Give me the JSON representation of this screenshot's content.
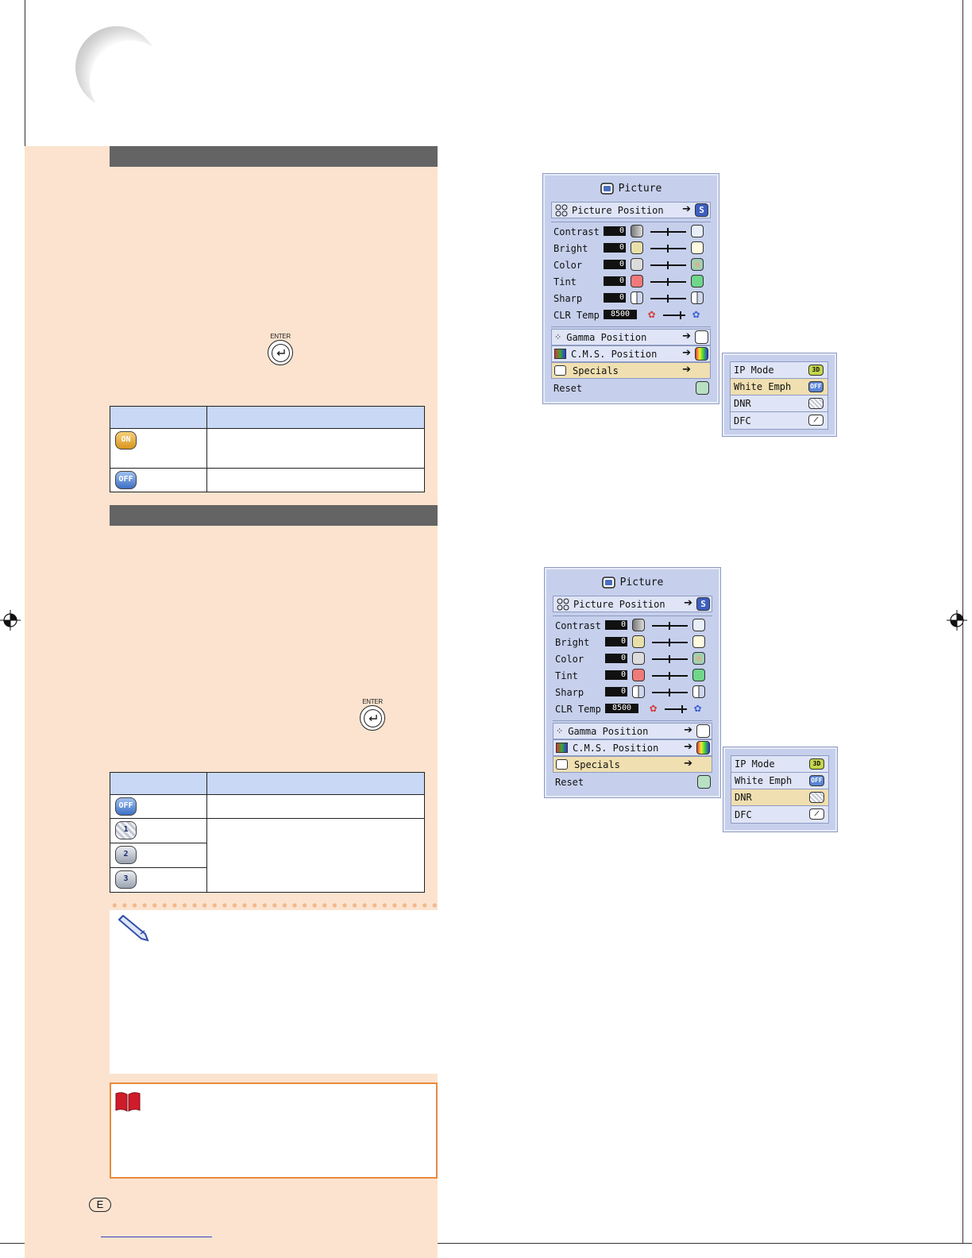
{
  "left_column": {
    "enter_key_label": "ENTER",
    "table1": {
      "rows": [
        {
          "icon": "ON",
          "icon_color": "#e3a236"
        },
        {
          "icon": "OFF",
          "icon_color": "#4f7fd0"
        }
      ]
    },
    "table2": {
      "rows": [
        {
          "icon": "OFF"
        },
        {
          "icon": "1"
        },
        {
          "icon": "2"
        },
        {
          "icon": "3"
        }
      ]
    },
    "page_marker": "E"
  },
  "osd_menu_1": {
    "title": "Picture",
    "items": {
      "picture_position": "Picture Position",
      "contrast": "Contrast",
      "bright": "Bright",
      "color": "Color",
      "tint": "Tint",
      "sharp": "Sharp",
      "clr_temp": "CLR Temp",
      "gamma_position": "Gamma Position",
      "cms_position": "C.M.S. Position",
      "specials": "Specials",
      "reset": "Reset"
    },
    "values": {
      "contrast": "0",
      "bright": "0",
      "color": "0",
      "tint": "0",
      "sharp": "0",
      "clr_temp": "8500"
    },
    "submenu": {
      "items": [
        "IP Mode",
        "White Emph",
        "DNR",
        "DFC"
      ],
      "selected": "White Emph"
    }
  },
  "osd_menu_2": {
    "title": "Picture",
    "items": {
      "picture_position": "Picture Position",
      "contrast": "Contrast",
      "bright": "Bright",
      "color": "Color",
      "tint": "Tint",
      "sharp": "Sharp",
      "clr_temp": "CLR Temp",
      "gamma_position": "Gamma Position",
      "cms_position": "C.M.S. Position",
      "specials": "Specials",
      "reset": "Reset"
    },
    "values": {
      "contrast": "0",
      "bright": "0",
      "color": "0",
      "tint": "0",
      "sharp": "0",
      "clr_temp": "8500"
    },
    "submenu": {
      "items": [
        "IP Mode",
        "White Emph",
        "DNR",
        "DFC"
      ],
      "selected": "DNR"
    }
  },
  "colors": {
    "panel_bg": "#fbe3cf",
    "section_bar": "#646464",
    "table_header": "#c9d8f4",
    "menu_bg": "#c6d0ec",
    "menu_highlight": "#f0dfb0",
    "info_border": "#e88a3c"
  }
}
